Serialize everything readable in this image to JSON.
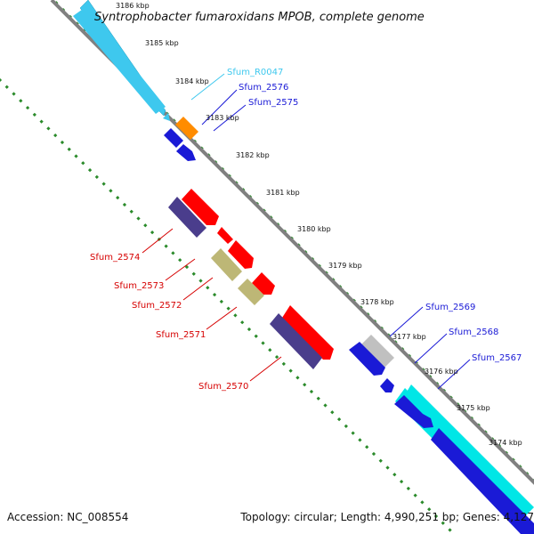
{
  "title": "Syntrophobacter fumaroxidans MPOB, complete genome",
  "footer": {
    "accession": "Accession: NC_008554",
    "summary": "Topology: circular; Length: 4,990,251 bp; Genes: 4,127"
  },
  "scale_labels": [
    "3186 kbp",
    "3185 kbp",
    "3184 kbp",
    "3183 kbp",
    "3182 kbp",
    "3181 kbp",
    "3180 kbp",
    "3179 kbp",
    "3178 kbp",
    "3177 kbp",
    "3176 kbp",
    "3175 kbp",
    "3174 kbp"
  ],
  "colors": {
    "backbone": "#808080",
    "tick_dots": "#2a8a2a",
    "light_blue_gene": "#3ec8ee",
    "orange_gene": "#ff8c00",
    "blue_gene": "#1a1ad6",
    "red_gene": "#ff0000",
    "slate_gene": "#4a3d8c",
    "olive_gene": "#bdb776",
    "gray_gene": "#c0c0c0",
    "cyan_gene": "#00e6e6",
    "label_light_blue": "#3ec8ee",
    "label_blue": "#1a1ad6",
    "label_red": "#d60000"
  },
  "gene_labels": {
    "sfum_r0047": "Sfum_R0047",
    "sfum_2576": "Sfum_2576",
    "sfum_2575": "Sfum_2575",
    "sfum_2574": "Sfum_2574",
    "sfum_2573": "Sfum_2573",
    "sfum_2572": "Sfum_2572",
    "sfum_2571": "Sfum_2571",
    "sfum_2570": "Sfum_2570",
    "sfum_2569": "Sfum_2569",
    "sfum_2568": "Sfum_2568",
    "sfum_2567": "Sfum_2567"
  }
}
